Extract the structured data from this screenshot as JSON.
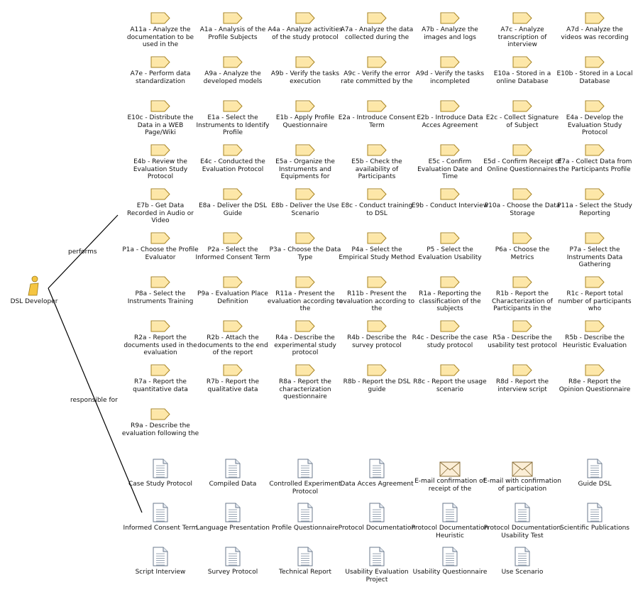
{
  "actor": {
    "name": "DSL Developer",
    "icon": "worker-icon"
  },
  "relations": [
    {
      "label": "performs"
    },
    {
      "label": "responsible for"
    }
  ],
  "tasks": [
    "A11a - Analyze the documentation to be used in the",
    "A1a - Analysis of the Profile Subjects",
    "A4a - Analyze activities of the study protocol",
    "A7a - Analyze the data collected during the",
    "A7b - Analyze the images and logs",
    "A7c - Analyze transcription of interview",
    "A7d - Analyze the videos was recording",
    "A7e - Perform data standardization",
    "A9a - Analyze the developed models",
    "A9b - Verify the tasks execution",
    "A9c - Verify the error rate committed by the",
    "A9d - Verify the tasks incompleted",
    "E10a - Stored in a online Database",
    "E10b - Stored in a Local Database",
    "E10c - Distribute the Data in a WEB Page/Wiki",
    "E1a - Select the Instruments to Identify Profile",
    "E1b - Apply Profile Questionnaire",
    "E2a - Introduce Consent Term",
    "E2b - Introduce Data Acces Agreement",
    "E2c - Collect Signature of Subject",
    "E4a - Develop the Evaluation Study Protocol",
    "E4b - Review the Evaluation Study Protocol",
    "E4c - Conducted the Evaluation Protocol",
    "E5a - Organize the Instruments and Equipments for",
    "E5b - Check the availability of Participants",
    "E5c - Confirm Evaluation Date and Time",
    "E5d - Confirm Receipt of Online Questionnaires",
    "E7a - Collect Data from the Participants Profile",
    "E7b - Get Data Recorded in Audio or Video",
    "E8a - Deliver the DSL Guide",
    "E8b - Deliver the Use Scenario",
    "E8c - Conduct training to DSL",
    "E9b - Conduct Interview",
    "P10a - Choose the Data Storage",
    "P11a - Select the Study Reporting",
    "P1a - Choose the Profile Evaluator",
    "P2a - Select the Informed Consent Term",
    "P3a - Choose the Data Type",
    "P4a - Select the Empirical Study Method",
    "P5 - Select the Evaluation Usability",
    "P6a - Choose the Metrics",
    "P7a - Select the Instruments Data Gathering",
    "P8a - Select the Instruments Training",
    "P9a - Evaluation Place Definition",
    "R11a - Present the evaluation according to the",
    "R11b - Present the evaluation according to the",
    "R1a - Reporting the classification of the subjects",
    "R1b - Report the Characterization of Participants in the",
    "R1c - Report total number of participants who",
    "R2a - Report the documents used in the evaluation",
    "R2b - Attach the documents to the end of the report",
    "R4a - Describe the experimental study protocol",
    "R4b - Describe the survey protocol",
    "R4c - Describe the case study protocol",
    "R5a - Describe the usability test protocol",
    "R5b - Describe the Heuristic Evaluation",
    "R7a - Report the quantitative data",
    "R7b - Report the qualitative data",
    "R8a - Report the characterization questionnaire",
    "R8b - Report the DSL guide",
    "R8c - Report the usage scenario",
    "R8d - Report the interview script",
    "R8e - Report the Opinion Questionnaire",
    "R9a - Describe the evaluation following the"
  ],
  "artifacts": [
    {
      "label": "Case Study Protocol",
      "icon": "document-icon"
    },
    {
      "label": "Compiled Data",
      "icon": "document-icon"
    },
    {
      "label": "Controlled Experiment Protocol",
      "icon": "document-icon"
    },
    {
      "label": "Data Acces Agreement",
      "icon": "document-icon"
    },
    {
      "label": "E-mail confirmation of receipt of the",
      "icon": "envelope-icon"
    },
    {
      "label": "E-mail with confirmation of participation",
      "icon": "envelope-icon"
    },
    {
      "label": "Guide DSL",
      "icon": "document-icon"
    },
    {
      "label": "Informed Consent Term",
      "icon": "document-icon"
    },
    {
      "label": "Language Presentation",
      "icon": "document-icon"
    },
    {
      "label": "Profile Questionnaire",
      "icon": "document-icon"
    },
    {
      "label": "Protocol Documentation",
      "icon": "document-icon"
    },
    {
      "label": "Protocol Documentation Heuristic",
      "icon": "document-icon"
    },
    {
      "label": "Protocol Documentation Usability Test",
      "icon": "document-icon"
    },
    {
      "label": "Scientific Publications",
      "icon": "document-icon"
    },
    {
      "label": "Script Interview",
      "icon": "document-icon"
    },
    {
      "label": "Survey Protocol",
      "icon": "document-icon"
    },
    {
      "label": "Technical Report",
      "icon": "document-icon"
    },
    {
      "label": "Usability Evaluation Project",
      "icon": "document-icon"
    },
    {
      "label": "Usability Questionnaire",
      "icon": "document-icon"
    },
    {
      "label": "Use Scenario",
      "icon": "document-icon"
    }
  ],
  "colors": {
    "task_fill": "#fde7a8",
    "task_stroke": "#a88424",
    "doc_stroke": "#6b7a8c",
    "actor_fill": "#f5c542"
  }
}
